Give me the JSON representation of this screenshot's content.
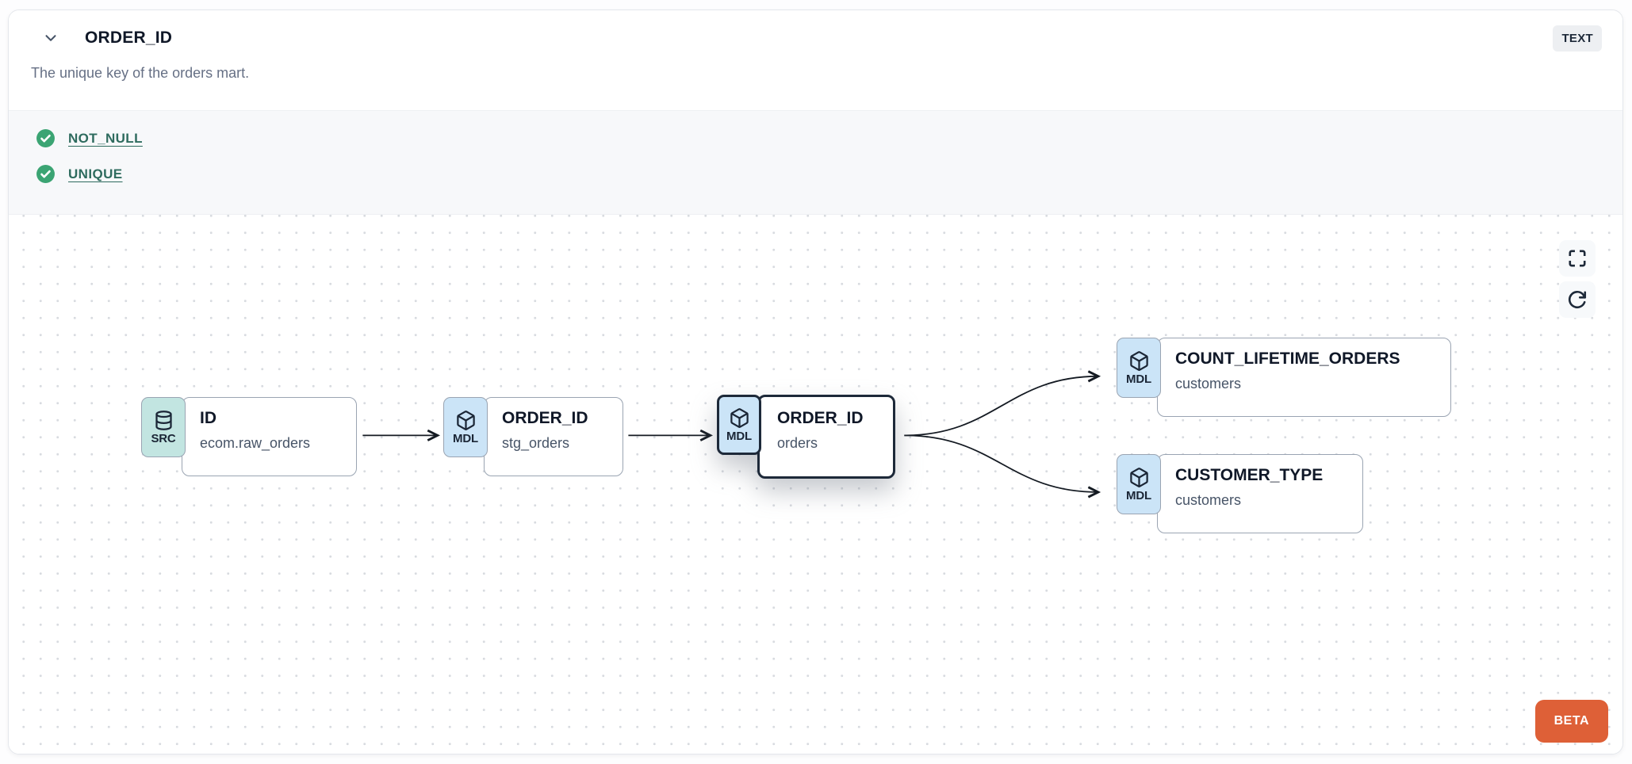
{
  "header": {
    "title": "ORDER_ID",
    "description": "The unique key of the orders mart.",
    "type_badge": "TEXT"
  },
  "tests": {
    "items": [
      {
        "label": "NOT_NULL",
        "status": "pass"
      },
      {
        "label": "UNIQUE",
        "status": "pass"
      }
    ]
  },
  "lineage": {
    "nodes": [
      {
        "kind": "SRC",
        "title": "ID",
        "subtitle": "ecom.raw_orders",
        "icon": "database",
        "highlighted": false
      },
      {
        "kind": "MDL",
        "title": "ORDER_ID",
        "subtitle": "stg_orders",
        "icon": "cube",
        "highlighted": false
      },
      {
        "kind": "MDL",
        "title": "ORDER_ID",
        "subtitle": "orders",
        "icon": "cube",
        "highlighted": true
      },
      {
        "kind": "MDL",
        "title": "COUNT_LIFETIME_ORDERS",
        "subtitle": "customers",
        "icon": "cube",
        "highlighted": false
      },
      {
        "kind": "MDL",
        "title": "CUSTOMER_TYPE",
        "subtitle": "customers",
        "icon": "cube",
        "highlighted": false
      }
    ],
    "edges": [
      {
        "from": "ID (ecom.raw_orders)",
        "to": "ORDER_ID (stg_orders)"
      },
      {
        "from": "ORDER_ID (stg_orders)",
        "to": "ORDER_ID (orders)"
      },
      {
        "from": "ORDER_ID (orders)",
        "to": "COUNT_LIFETIME_ORDERS (customers)"
      },
      {
        "from": "ORDER_ID (orders)",
        "to": "CUSTOMER_TYPE (customers)"
      }
    ],
    "beta_label": "BETA"
  },
  "colors": {
    "test_pass_green": "#3BA473",
    "link_teal": "#2E6B5E",
    "beta_orange": "#DE6037",
    "src_badge_bg": "#C2E5E1",
    "mdl_badge_bg": "#CBE4F7",
    "highlight_border": "#1D2939"
  }
}
